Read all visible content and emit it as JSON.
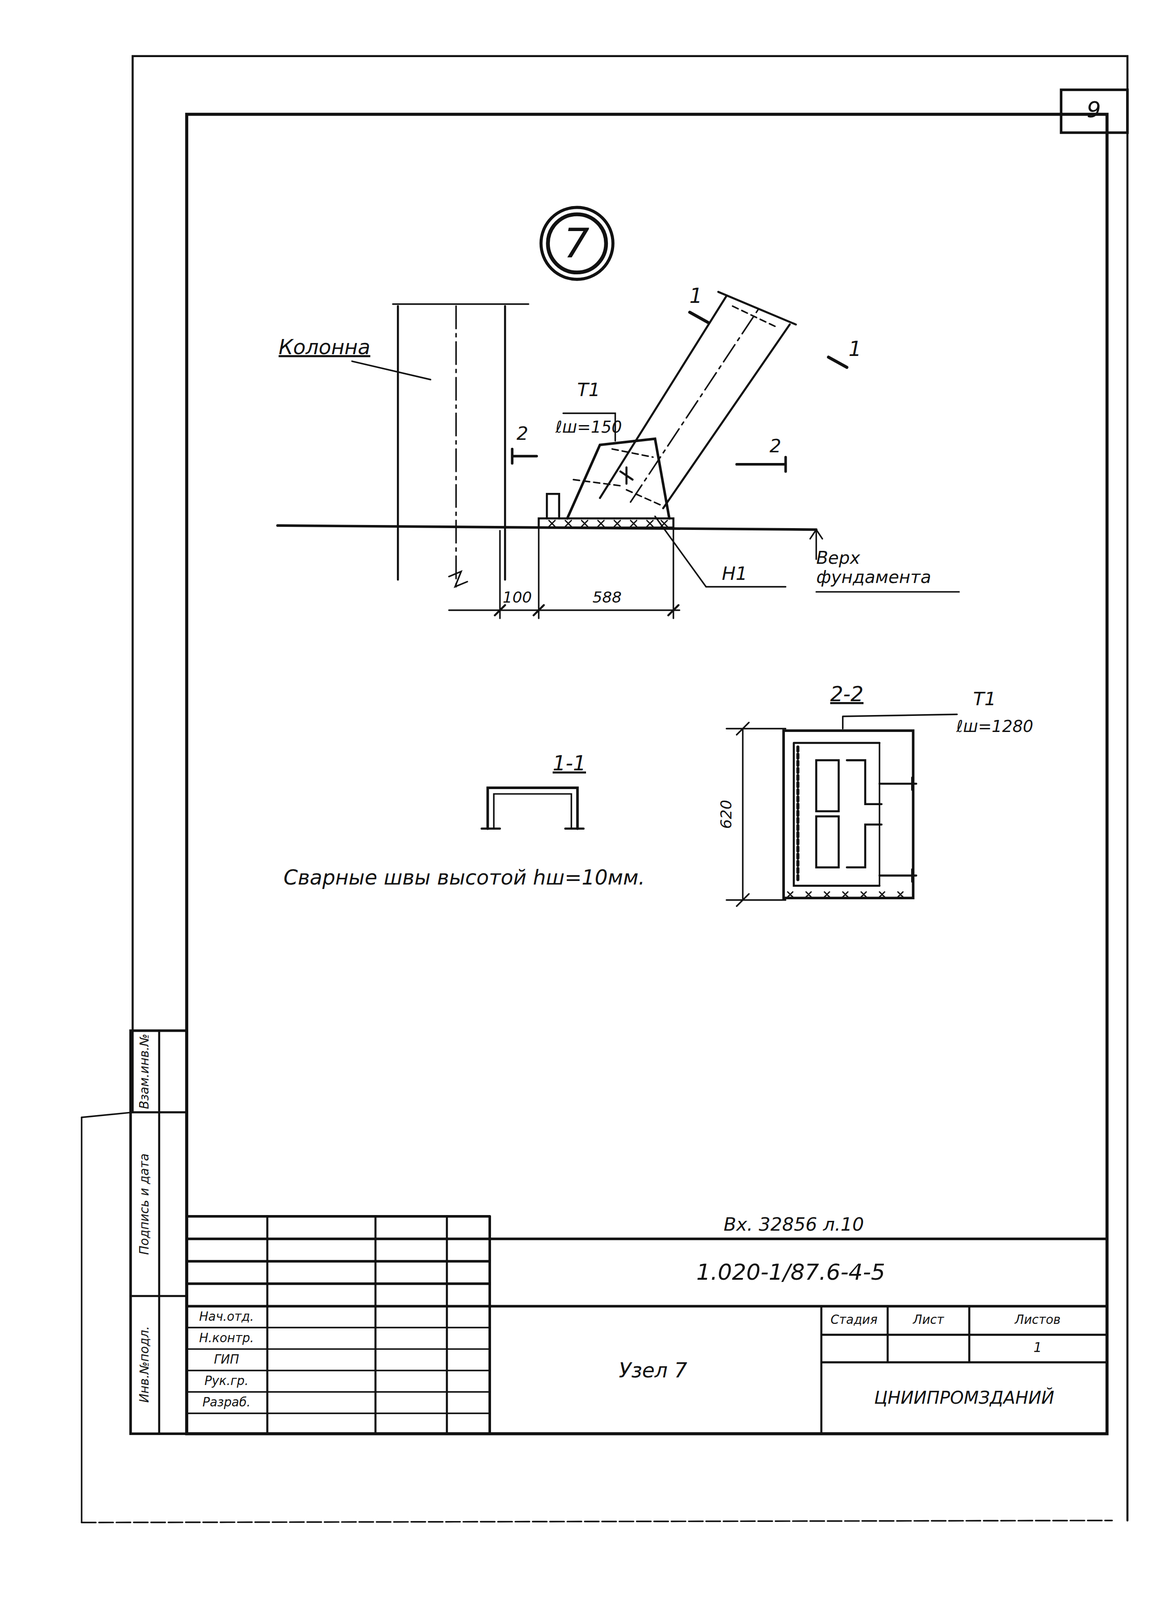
{
  "diagram": {
    "nodes": [
      {
        "text": [
          "7"
        ]
      }
    ],
    "labels": [
      "9",
      "Колонна",
      "1",
      "1",
      "Т1",
      "ℓш=150",
      "2",
      "2",
      "Н1",
      "Верх фундамента",
      "100",
      "588",
      "1-1",
      "2-2",
      "Т1",
      "ℓш=1280",
      "620",
      "Сварные швы высотой hш=10мм.",
      "Вх. 32856 л.10",
      "1.020-1/87.6-4-5",
      "Узел 7",
      "Нач.отд.",
      "Н.контр.",
      "ГИП",
      "Рук.гр.",
      "Разраб.",
      "Стадия",
      "Лист",
      "Листов",
      "1",
      "ЦНИИПРОМЗДАНИЙ",
      "Инв.№подл.",
      "Подпись и дата",
      "Взам.инв.№"
    ]
  }
}
